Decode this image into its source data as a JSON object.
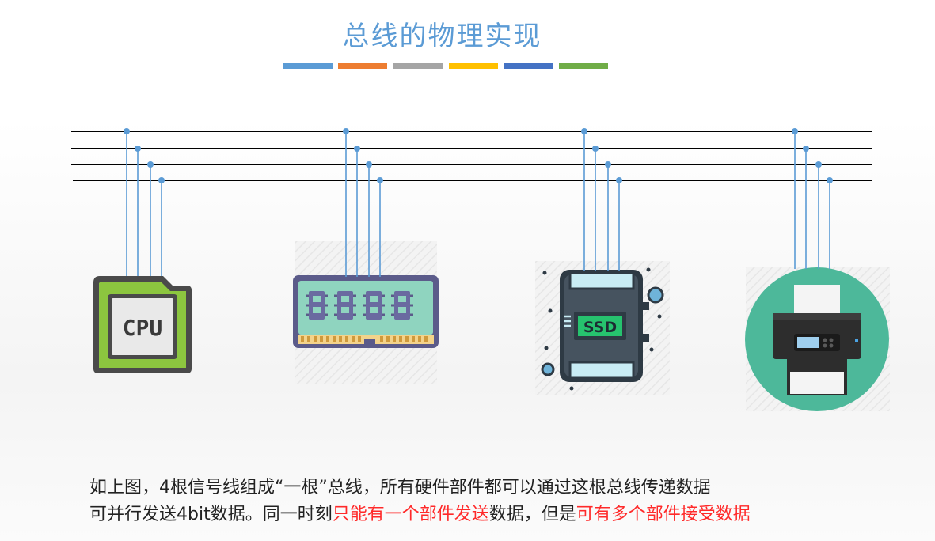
{
  "title": "总线的物理实现",
  "title_stripes": [
    "#5b9bd5",
    "#ed7d31",
    "#a5a5a5",
    "#ffc000",
    "#4472c4",
    "#70ad47"
  ],
  "bus": {
    "line_count": 4,
    "wire_color": "#5b9bd5",
    "line_color": "#000000"
  },
  "devices": [
    {
      "id": "cpu",
      "label": "CPU"
    },
    {
      "id": "memory",
      "label": ""
    },
    {
      "id": "ssd",
      "label": "SSD"
    },
    {
      "id": "printer",
      "label": ""
    }
  ],
  "caption": {
    "line1": "如上图，4根信号线组成“一根”总线，所有硬件部件都可以通过这根总线传递数据",
    "line2_a": "可并行发送4bit数据。同一时刻",
    "line2_b": "只能有一个部件发送",
    "line2_c": "数据，但是",
    "line2_d": "可有多个部件接受数据"
  }
}
